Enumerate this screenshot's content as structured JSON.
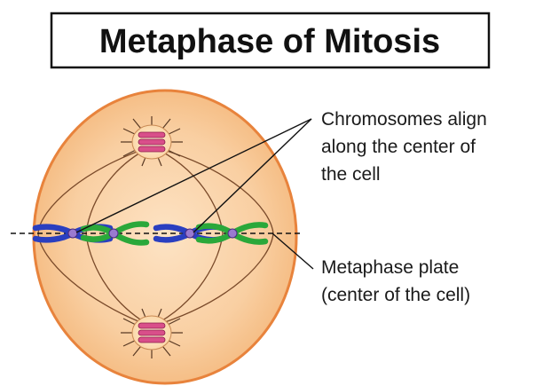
{
  "title": "Metaphase of Mitosis",
  "annotations": {
    "chromosomes": {
      "line1": "Chromosomes align",
      "line2": "along the center of",
      "line3": "the cell"
    },
    "plate": {
      "line1": "Metaphase plate",
      "line2": "(center of the cell)"
    }
  },
  "colors": {
    "cell_fill": "#f8c99a",
    "cell_border": "#e8833c",
    "spindle": "#7a4a2a",
    "chromatid_blue": "#2a3fc0",
    "chromatid_green": "#2aa83a",
    "centromere": "#9a7ad0",
    "centrosome": "#d94f8a"
  }
}
